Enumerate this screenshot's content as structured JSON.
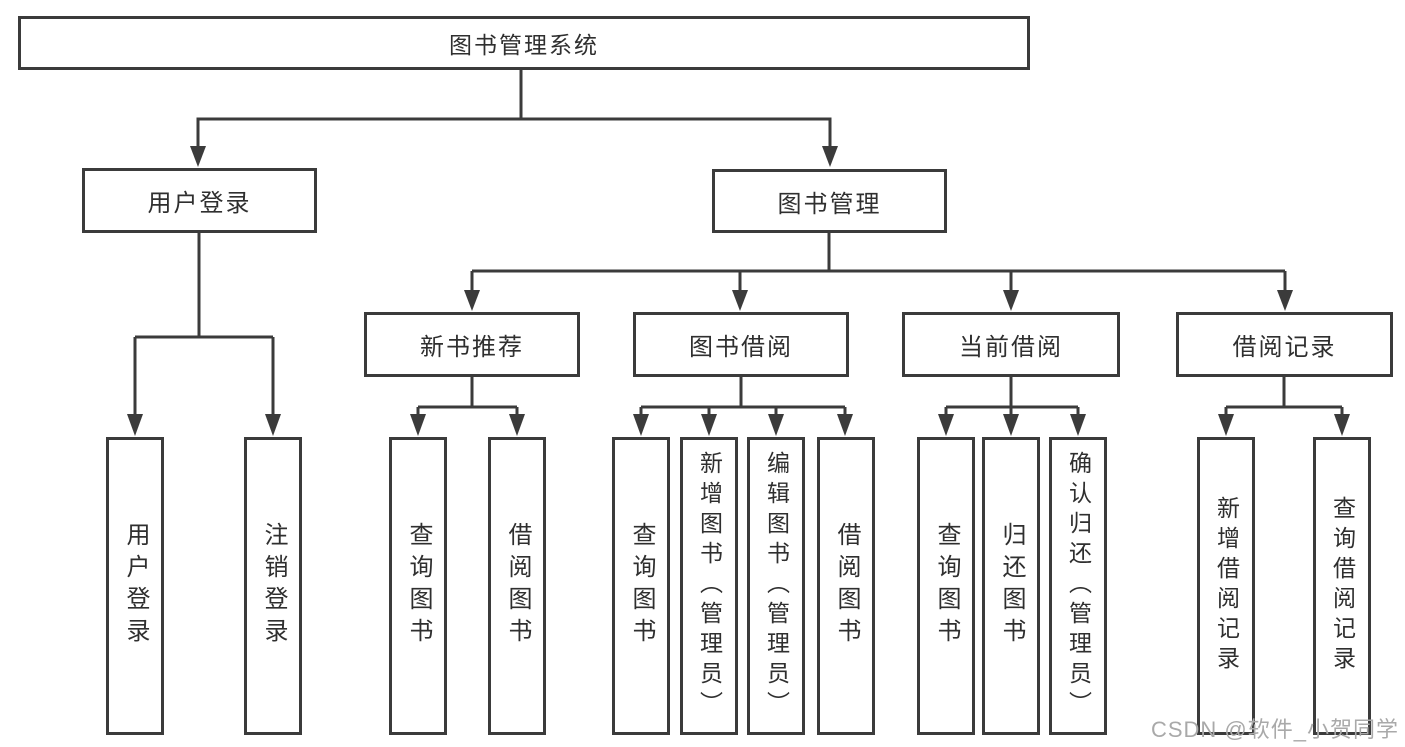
{
  "diagram_type": "hierarchy-tree",
  "colors": {
    "line": "#3b3b3b",
    "text": "#2f2f2f",
    "box_background": "#ffffff",
    "watermark": "#a9a9a9"
  },
  "tree": {
    "label": "图书管理系统",
    "children": [
      {
        "label": "用户登录",
        "children": [
          {
            "label": "用户登录"
          },
          {
            "label": "注销登录"
          }
        ]
      },
      {
        "label": "图书管理",
        "children": [
          {
            "label": "新书推荐",
            "children": [
              {
                "label": "查询图书"
              },
              {
                "label": "借阅图书"
              }
            ]
          },
          {
            "label": "图书借阅",
            "children": [
              {
                "label": "查询图书"
              },
              {
                "label": "新增图书（管理员）"
              },
              {
                "label": "编辑图书（管理员）"
              },
              {
                "label": "借阅图书"
              }
            ]
          },
          {
            "label": "当前借阅",
            "children": [
              {
                "label": "查询图书"
              },
              {
                "label": "归还图书"
              },
              {
                "label": "确认归还（管理员）"
              }
            ]
          },
          {
            "label": "借阅记录",
            "children": [
              {
                "label": "新增借阅记录"
              },
              {
                "label": "查询借阅记录"
              }
            ]
          }
        ]
      }
    ]
  },
  "watermark": {
    "text": "CSDN @软件_小贺同学"
  }
}
